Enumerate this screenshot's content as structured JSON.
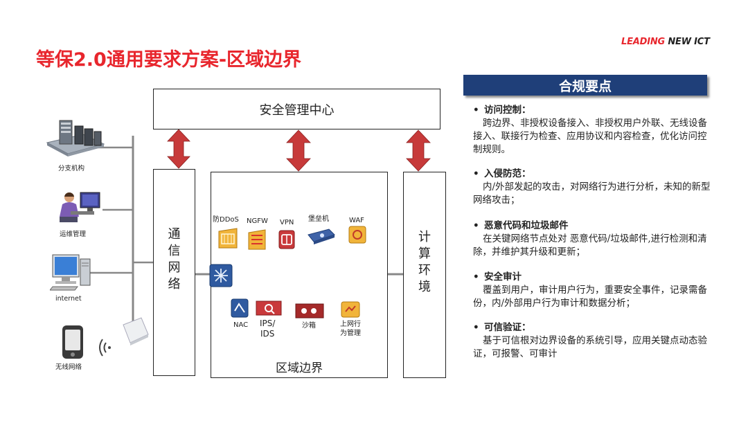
{
  "title": "等保2.0通用要求方案-区域边界",
  "brand": {
    "part1": "LEADING",
    "part2": "NEW ICT"
  },
  "diagram": {
    "mgmt_center": "安全管理中心",
    "comm_network": [
      "通",
      "信",
      "网",
      "络"
    ],
    "compute_env": [
      "计",
      "算",
      "环",
      "境"
    ],
    "zone_boundary": "区域边界",
    "left_devices": [
      "分支机构",
      "运维管理",
      "internet",
      "无线网络"
    ],
    "top_devices": [
      "防DDoS",
      "NGFW",
      "VPN",
      "堡垒机",
      "WAF"
    ],
    "bottom_devices": {
      "nac": "NAC",
      "ips_line1": "IPS/",
      "ips_line2": "IDS",
      "sandbox": "沙箱",
      "behavior_line1": "上网行",
      "behavior_line2": "为管理"
    }
  },
  "panel": {
    "header": "合规要点",
    "items": [
      {
        "title": "访问控制：",
        "desc": "跨边界、非授权设备接入、非授权用户外联、无线设备接入、联接行为检查、应用协议和内容检查，优化访问控制规则。"
      },
      {
        "title": "入侵防范：",
        "desc": "内/外部发起的攻击，对网络行为进行分析，未知的新型网络攻击；"
      },
      {
        "title": "恶意代码和垃圾邮件",
        "desc": "在关键网络节点处对 恶意代码/垃圾邮件,进行检测和清除，并维护其升级和更新；"
      },
      {
        "title": "安全审计",
        "desc": "覆盖到用户，审计用户行为，重要安全事件，记录需备份，内/外部用户行为审计和数据分析；"
      },
      {
        "title": "可信验证：",
        "desc": "基于可信根对边界设备的系统引导，应用关键点动态验证，可报警、可审计"
      }
    ]
  },
  "colors": {
    "title_red": "#e8262d",
    "arrow_red": "#c73a3a",
    "header_blue": "#1f3f79"
  }
}
